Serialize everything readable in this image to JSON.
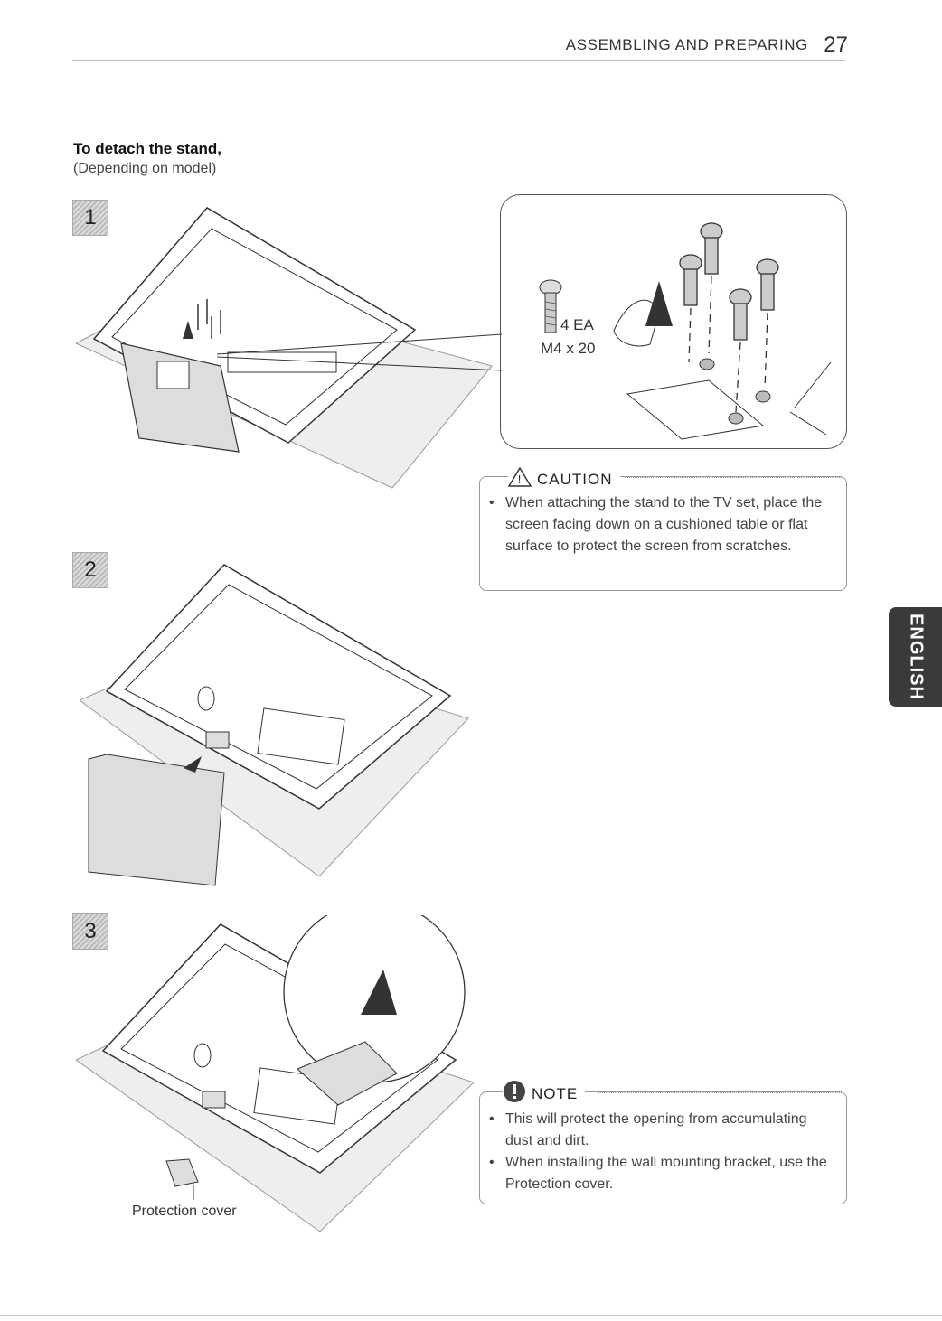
{
  "header": {
    "section": "ASSEMBLING AND PREPARING",
    "page_number": "27"
  },
  "title": "To detach the stand,",
  "subtitle": "(Depending on model)",
  "steps": [
    "1",
    "2",
    "3"
  ],
  "screw": {
    "count": "4 EA",
    "size": "M4 x 20"
  },
  "caution": {
    "heading": "CAUTION",
    "items": [
      "When attaching the stand to the TV set, place the screen facing down on a cushioned table or flat surface to protect the screen from scratches."
    ]
  },
  "note": {
    "heading": "NOTE",
    "items": [
      "This will protect the opening from accumulating dust and dirt.",
      "When installing the wall mounting bracket, use the Protection cover."
    ]
  },
  "protection_label": "Protection cover",
  "side_tab": "ENGLISH"
}
